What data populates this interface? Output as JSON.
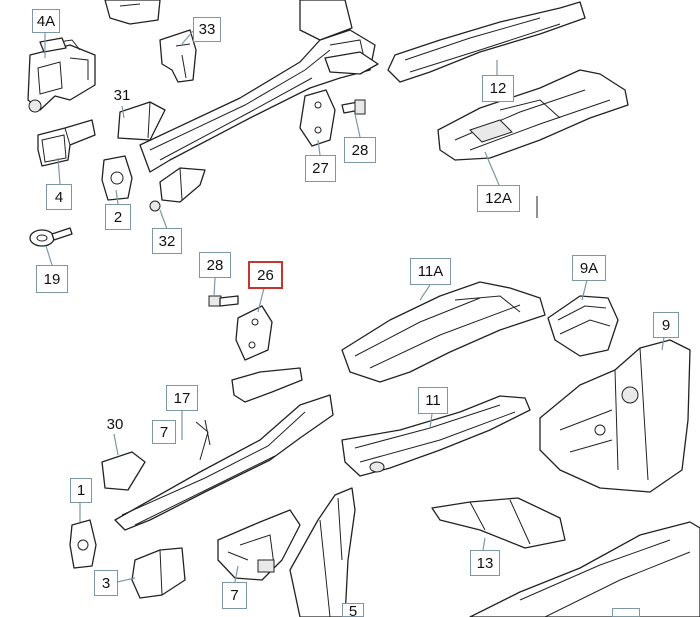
{
  "parts": [
    {
      "id": "p4a",
      "label": "4A"
    },
    {
      "id": "p33",
      "label": "33"
    },
    {
      "id": "p31",
      "label": "31"
    },
    {
      "id": "p4",
      "label": "4"
    },
    {
      "id": "p2",
      "label": "2"
    },
    {
      "id": "p19",
      "label": "19"
    },
    {
      "id": "p32",
      "label": "32"
    },
    {
      "id": "p27",
      "label": "27"
    },
    {
      "id": "p28a",
      "label": "28"
    },
    {
      "id": "p12",
      "label": "12"
    },
    {
      "id": "p12a",
      "label": "12A"
    },
    {
      "id": "p28b",
      "label": "28"
    },
    {
      "id": "p26",
      "label": "26",
      "selected": true
    },
    {
      "id": "p11a",
      "label": "11A"
    },
    {
      "id": "p9a",
      "label": "9A"
    },
    {
      "id": "p9",
      "label": "9"
    },
    {
      "id": "p17",
      "label": "17"
    },
    {
      "id": "p7a",
      "label": "7"
    },
    {
      "id": "p30",
      "label": "30"
    },
    {
      "id": "p11",
      "label": "11"
    },
    {
      "id": "p1",
      "label": "1"
    },
    {
      "id": "p3",
      "label": "3"
    },
    {
      "id": "p7b",
      "label": "7"
    },
    {
      "id": "p13",
      "label": "13"
    },
    {
      "id": "p5",
      "label": "5"
    }
  ],
  "colors": {
    "label_border": "#7d97a3",
    "selected_border": "#c8342f",
    "line": "#222222"
  }
}
